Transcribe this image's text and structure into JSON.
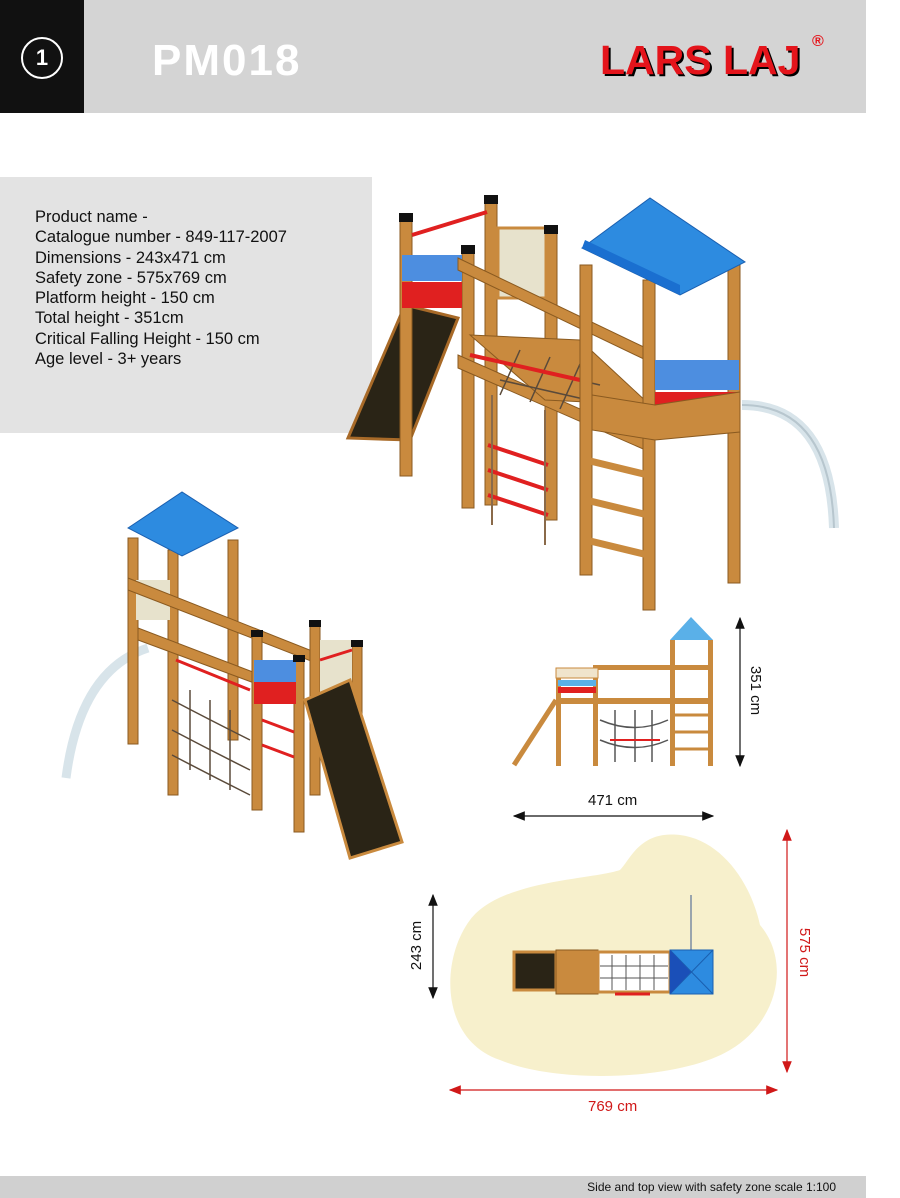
{
  "header": {
    "page_number": "1",
    "product_code": "PM018",
    "brand": "LARS LAJ",
    "brand_mark": "®"
  },
  "info": {
    "lines": [
      "Product name -",
      "Catalogue number - 849-117-2007",
      "Dimensions - 243x471 cm",
      "Safety zone - 575x769 cm",
      "Platform height - 150 cm",
      "Total height  - 351cm",
      "Critical Falling Height - 150 cm",
      "Age level - 3+ years"
    ]
  },
  "dimensions": {
    "height": "351 cm",
    "width": "471 cm",
    "depth": "243 cm",
    "zone_width": "769 cm",
    "zone_depth": "575 cm"
  },
  "footer": {
    "caption": "Side and top view with safety zone scale 1:100"
  },
  "colors": {
    "wood": "#c98a3e",
    "roof": "#2d8be0",
    "accent_red": "#e02020",
    "slide": "#2a2416",
    "safety_zone": "#f7f0cc",
    "brand_red": "#e4141b"
  },
  "icons": [
    "page-number-badge",
    "brand-logo",
    "dimension-arrows"
  ]
}
